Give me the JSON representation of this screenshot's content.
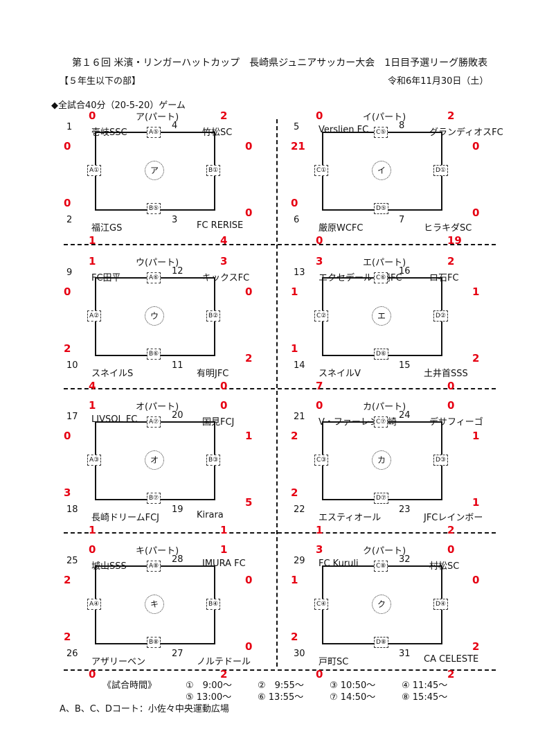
{
  "header": {
    "title": "第１６回 米濱・リンガーハットカップ　長崎県ジュニアサッカー大会　1日目予選リーグ勝敗表",
    "division": "【５年生以下の部】",
    "date": "令和6年11月30日（土）",
    "format": "◆全試合40分（20-5-20）ゲーム"
  },
  "groups": [
    {
      "name": "ア(パート)",
      "center": "ア",
      "top": "0",
      "top_right": "2",
      "tl_n": "1",
      "tl": "壱岐SSC",
      "tr_n": "4",
      "tr": "竹松SC",
      "bl_n": "2",
      "bl": "福江GS",
      "br_n": "3",
      "br": "FC RERISE",
      "l_top": "0",
      "l_bot": "0",
      "r_top": "0",
      "r_bot": "0",
      "bot_l": "1",
      "bot_r": "4",
      "c_top": "A⑤",
      "c_left": "A①",
      "c_right": "B①",
      "c_bot": "B⑤"
    },
    {
      "name": "イ(パート)",
      "center": "イ",
      "top": "0",
      "top_right": "2",
      "tl_n": "5",
      "tl": "Verslien FC",
      "tr_n": "8",
      "tr": "グランディオスFC",
      "bl_n": "6",
      "bl": "厳原WCFC",
      "br_n": "7",
      "br": "ヒラキダSC",
      "l_top": "21",
      "l_bot": "0",
      "r_top": "0",
      "r_bot": "0",
      "bot_l": "0",
      "bot_r": "19",
      "c_top": "C⑤",
      "c_left": "C①",
      "c_right": "D①",
      "c_bot": "D⑤"
    },
    {
      "name": "ウ(パート)",
      "center": "ウ",
      "top": "1",
      "top_right": "3",
      "tl_n": "9",
      "tl": "FC田平",
      "tr_n": "12",
      "tr": "キックスFC",
      "bl_n": "10",
      "bl": "スネイルS",
      "br_n": "11",
      "br": "有明JFC",
      "l_top": "0",
      "l_bot": "2",
      "r_top": "0",
      "r_bot": "2",
      "bot_l": "4",
      "bot_r": "0",
      "c_top": "A⑥",
      "c_left": "A②",
      "c_right": "B②",
      "c_bot": "B⑥"
    },
    {
      "name": "エ(パート)",
      "center": "エ",
      "top": "3",
      "top_right": "2",
      "tl_n": "13",
      "tl": "エクセデール長崎FC",
      "tr_n": "16",
      "tr": "ロ石FC",
      "bl_n": "14",
      "bl": "スネイルV",
      "br_n": "15",
      "br": "土井首SSS",
      "l_top": "1",
      "l_bot": "1",
      "r_top": "1",
      "r_bot": "2",
      "bot_l": "7",
      "bot_r": "0",
      "c_top": "C⑥",
      "c_left": "C②",
      "c_right": "D②",
      "c_bot": "D⑥"
    },
    {
      "name": "オ(パート)",
      "center": "オ",
      "top": "1",
      "top_right": "0",
      "tl_n": "17",
      "tl": "LIVSOL FC",
      "tr_n": "20",
      "tr": "国見FCJ",
      "bl_n": "18",
      "bl": "長崎ドリームFCJ",
      "br_n": "19",
      "br": "Kirara",
      "l_top": "0",
      "l_bot": "3",
      "r_top": "1",
      "r_bot": "5",
      "bot_l": "1",
      "bot_r": "1",
      "c_top": "A⑦",
      "c_left": "A③",
      "c_right": "B③",
      "c_bot": "B⑦"
    },
    {
      "name": "カ(パート)",
      "center": "カ",
      "top": "0",
      "top_right": "0",
      "tl_n": "21",
      "tl": "V・ファーレン長崎",
      "tr_n": "24",
      "tr": "デサフィーゴ",
      "bl_n": "22",
      "bl": "エスティオール",
      "br_n": "23",
      "br": "JFCレインボー",
      "l_top": "2",
      "l_bot": "2",
      "r_top": "1",
      "r_bot": "1",
      "bot_l": "1",
      "bot_r": "2",
      "c_top": "C⑦",
      "c_left": "C③",
      "c_right": "D③",
      "c_bot": "D⑦"
    },
    {
      "name": "キ(パート)",
      "center": "キ",
      "top": "0",
      "top_right": "1",
      "tl_n": "25",
      "tl": "城山SSS",
      "tr_n": "28",
      "tr": "IMURA FC",
      "bl_n": "26",
      "bl": "アザリーベン",
      "br_n": "27",
      "br": "ノルテドール",
      "l_top": "2",
      "l_bot": "2",
      "r_top": "0",
      "r_bot": "0",
      "bot_l": "0",
      "bot_r": "2",
      "c_top": "A⑧",
      "c_left": "A④",
      "c_right": "B④",
      "c_bot": "B⑧"
    },
    {
      "name": "ク(パート)",
      "center": "ク",
      "top": "3",
      "top_right": "0",
      "tl_n": "29",
      "tl": "FC Kuruli",
      "tr_n": "32",
      "tr": "村松SC",
      "bl_n": "30",
      "bl": "戸町SC",
      "br_n": "31",
      "br": "CA CELESTE",
      "l_top": "1",
      "l_bot": "2",
      "r_top": "0",
      "r_bot": "2",
      "bot_l": "0",
      "bot_r": "2",
      "c_top": "C⑧",
      "c_left": "C④",
      "c_right": "D④",
      "c_bot": "D⑧"
    }
  ],
  "footer": {
    "times_label": "《試合時間》",
    "t1": "①　9:00～",
    "t2": "②　9:55～",
    "t3": "③ 10:50～",
    "t4": "④ 11:45～",
    "t5": "⑤ 13:00～",
    "t6": "⑥ 13:55～",
    "t7": "⑦ 14:50～",
    "t8": "⑧ 15:45～",
    "venue": "A、B、C、Dコート：小佐々中央運動広場"
  }
}
